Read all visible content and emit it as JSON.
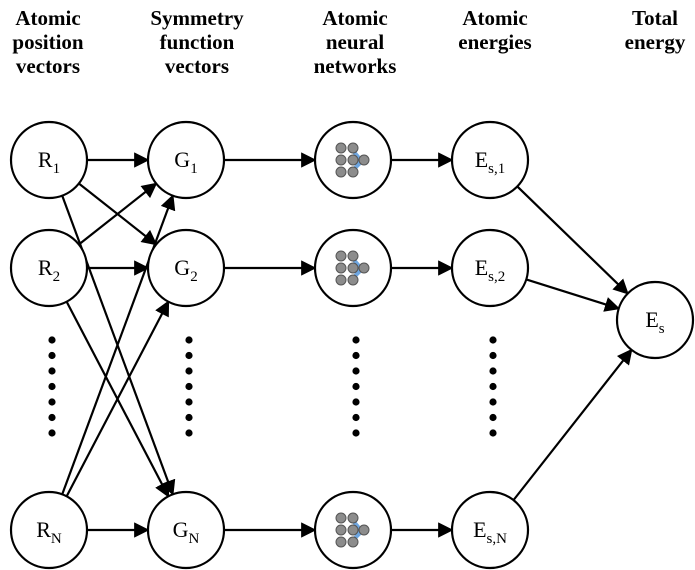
{
  "headers": [
    "Atomic\nposition\nvectors",
    "Symmetry\nfunction\nvectors",
    "Atomic\nneural\nnetworks",
    "Atomic\nenergies",
    "Total\nenergy"
  ],
  "nodes": {
    "r": [
      {
        "main": "R",
        "sub": "1"
      },
      {
        "main": "R",
        "sub": "2"
      },
      {
        "main": "R",
        "sub": "N"
      }
    ],
    "g": [
      {
        "main": "G",
        "sub": "1"
      },
      {
        "main": "G",
        "sub": "2"
      },
      {
        "main": "G",
        "sub": "N"
      }
    ],
    "e": [
      {
        "main": "E",
        "sub": "s,1"
      },
      {
        "main": "E",
        "sub": "s,2"
      },
      {
        "main": "E",
        "sub": "s,N"
      }
    ],
    "total": {
      "main": "E",
      "sub": "s"
    }
  },
  "colors": {
    "stroke": "#000000",
    "neuron_fill": "#8c8c8c",
    "neuron_accent": "#4a90d9"
  }
}
